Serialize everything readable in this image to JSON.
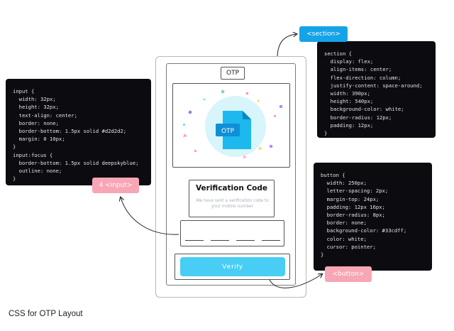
{
  "caption": "CSS for OTP Layout",
  "tags": {
    "section": "<section>",
    "input": "4 <input>",
    "button": "<button>"
  },
  "code": {
    "input": "input {\n  width: 32px;\n  height: 32px;\n  text-align: center;\n  border: none;\n  border-bottom: 1.5px solid #d2d2d2;\n  margin: 0 10px;\n}\ninput:focus {\n  border-bottom: 1.5px solid deepskyblue;\n  outline: none;\n}",
    "section": "section {\n  display: flex;\n  align-items: center;\n  flex-direction: column;\n  justify-content: space-around;\n  width: 390px;\n  height: 540px;\n  background-color: white;\n  border-radius: 12px;\n  padding: 12px;\n}",
    "button": "button {\n  width: 250px;\n  letter-spacing: 2px;\n  margin-top: 24px;\n  padding: 12px 16px;\n  border-radius: 8px;\n  border: none;\n  background-color: #33cdff;\n  color: white;\n  cursor: pointer;\n}"
  },
  "mockup": {
    "title": "OTP",
    "illustration_label": "OTP",
    "verification_title": "Verification Code",
    "verification_subtitle": "We have sent a verification code to your mobile number",
    "verify_label": "Verify"
  },
  "colors": {
    "section_tag": "#15a3e7",
    "pink_tag": "#f7a6b6",
    "button": "#48cdf5",
    "code_bg": "#0b0b10"
  }
}
